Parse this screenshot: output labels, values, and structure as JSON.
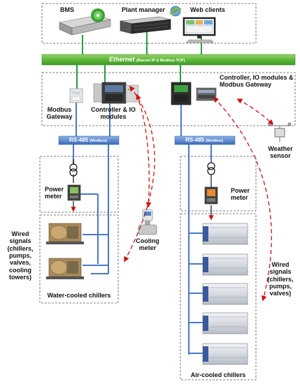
{
  "top": {
    "bms": "BMS",
    "plant_manager": "Plant manager",
    "web_clients": "Web clients"
  },
  "ethernet": {
    "label": "Ethernet",
    "protocols": "(Bacnet IP & Modbus TCP)"
  },
  "left_controller": {
    "modbus_gateway": "Modbus Gateway",
    "controller_io": "Controller & IO modules"
  },
  "right_controller": {
    "label": "Controller, IO modules & Modbus Gateway"
  },
  "rs485": {
    "label": "RS-485",
    "protocol": "(Modbus)"
  },
  "weather_sensor": "Weather sensor",
  "power_meter": "Power meter",
  "cooling_meter": "Cooling meter",
  "wired_signals_left": "Wired signals (chillers, pumps, valves, cooling towers)",
  "wired_signals_right": "Wired signals (chillers, pumps, valves)",
  "water_cooled": "Water-cooled chillers",
  "air_cooled": "Air-cooled chillers",
  "colors": {
    "ethernet_green": "#22a03a",
    "rs485_blue": "#4a78c8",
    "signal_red": "#cc1111"
  }
}
